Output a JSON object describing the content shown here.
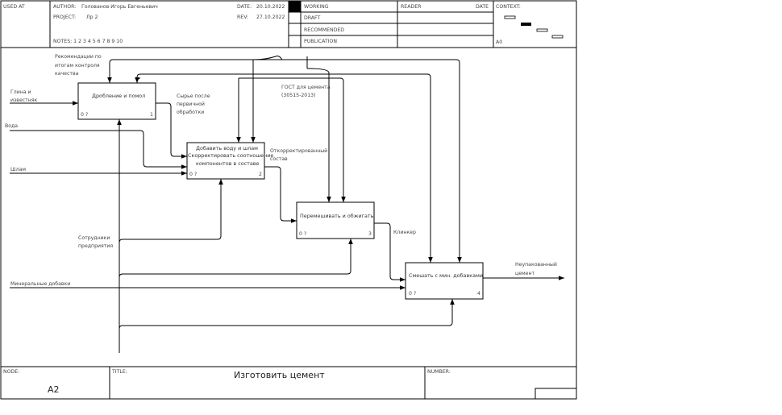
{
  "header": {
    "used_at": "USED AT",
    "author_label": "AUTHOR:",
    "author": "Голованов Игорь Евгеньевич",
    "project_label": "PROJECT:",
    "project": "Лр 2",
    "notes": "NOTES:  1  2  3  4  5  6  7  8  9  10",
    "date_label": "DATE:",
    "date": "20.10.2022",
    "rev_label": "REV:",
    "rev": "27.10.2022",
    "status": [
      "WORKING",
      "DRAFT",
      "RECOMMENDED",
      "PUBLICATION"
    ],
    "reader": "READER",
    "date2": "DATE",
    "context": "CONTEXT:",
    "context_node": "A0"
  },
  "footer": {
    "node_label": "NODE:",
    "node": "A2",
    "title_label": "TITLE:",
    "title": "Изготовить цемент",
    "number_label": "NUMBER:"
  },
  "boxes": [
    {
      "name": "Дробление и помол",
      "cost": "0 ?",
      "num": "1"
    },
    {
      "name_lines": [
        "Добавить воду и шлам",
        "Скорректировать соотношение",
        "компонентов в составе"
      ],
      "cost": "0 ?",
      "num": "2"
    },
    {
      "name": "Перемешивать и обжигать",
      "cost": "0 ?",
      "num": "3"
    },
    {
      "name": "Смешать с мин. добавками",
      "cost": "0 ?",
      "num": "4"
    }
  ],
  "labels": {
    "recommend": [
      "Рекомендации по",
      "итогам контроля",
      "качества"
    ],
    "clay": [
      "Глина и",
      "известняк"
    ],
    "water": "Вода",
    "slag": "Шлам",
    "raw": [
      "Сырье после",
      "первичной",
      "обработки"
    ],
    "gost": [
      "ГОСТ для цемента",
      "(30515-2013)"
    ],
    "corrected": [
      "Откорректированный",
      "состав"
    ],
    "clinker": "Клинкер",
    "staff": [
      "Сотрудники",
      "предприятия"
    ],
    "mineral": "Минеральные добавки",
    "output": [
      "Неупакованный",
      "цемент"
    ]
  }
}
